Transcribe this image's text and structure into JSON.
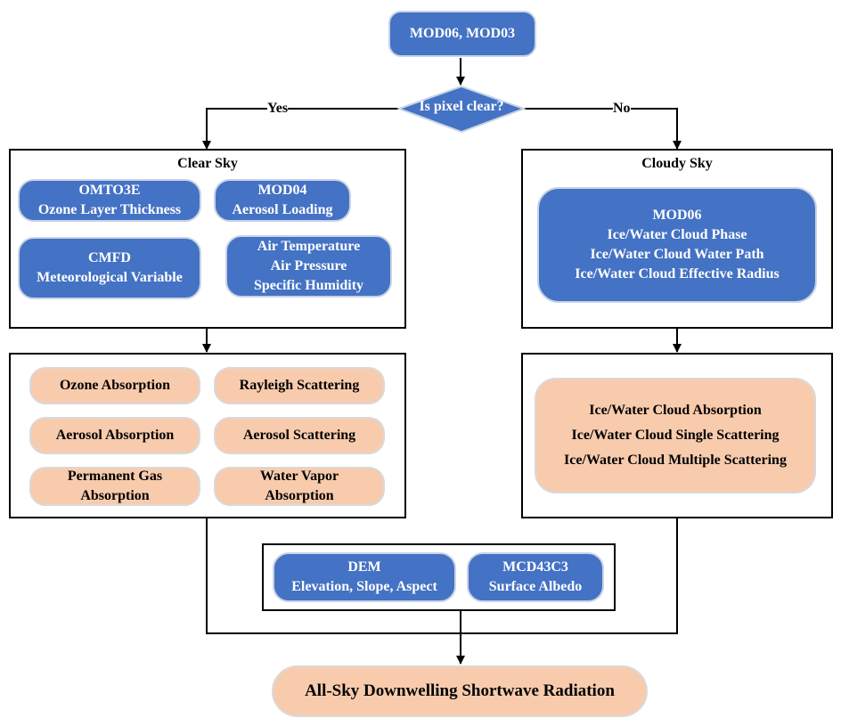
{
  "start": "MOD06, MOD03",
  "decision": {
    "question": "Is pixel clear?",
    "yes": "Yes",
    "no": "No"
  },
  "clear_sky": {
    "title": "Clear Sky",
    "omto3e": [
      "OMTO3E",
      "Ozone Layer Thickness"
    ],
    "mod04": [
      "MOD04",
      "Aerosol Loading"
    ],
    "cmfd": [
      "CMFD",
      "Meteorological Variable"
    ],
    "met": [
      "Air Temperature",
      "Air Pressure",
      "Specific Humidity"
    ]
  },
  "cloudy_sky": {
    "title": "Cloudy Sky",
    "mod06": [
      "MOD06",
      "Ice/Water Cloud Phase",
      "Ice/Water Cloud Water Path",
      "Ice/Water Cloud Effective Radius"
    ]
  },
  "clear_processes": {
    "ozone": "Ozone Absorption",
    "rayleigh": "Rayleigh Scattering",
    "aerosol_abs": "Aerosol Absorption",
    "aerosol_sca": "Aerosol Scattering",
    "gas": [
      "Permanent Gas",
      "Absorption"
    ],
    "vapor": [
      "Water Vapor",
      "Absorption"
    ]
  },
  "cloudy_processes": [
    "Ice/Water Cloud Absorption",
    "Ice/Water Cloud Single Scattering",
    "Ice/Water Cloud Multiple Scattering"
  ],
  "terrain": {
    "dem": [
      "DEM",
      "Elevation, Slope, Aspect"
    ],
    "mcd43c3": [
      "MCD43C3",
      "Surface Albedo"
    ]
  },
  "output": "All-Sky Downwelling Shortwave Radiation",
  "colors": {
    "blue": "#4472c4",
    "peach": "#f8cbad"
  }
}
